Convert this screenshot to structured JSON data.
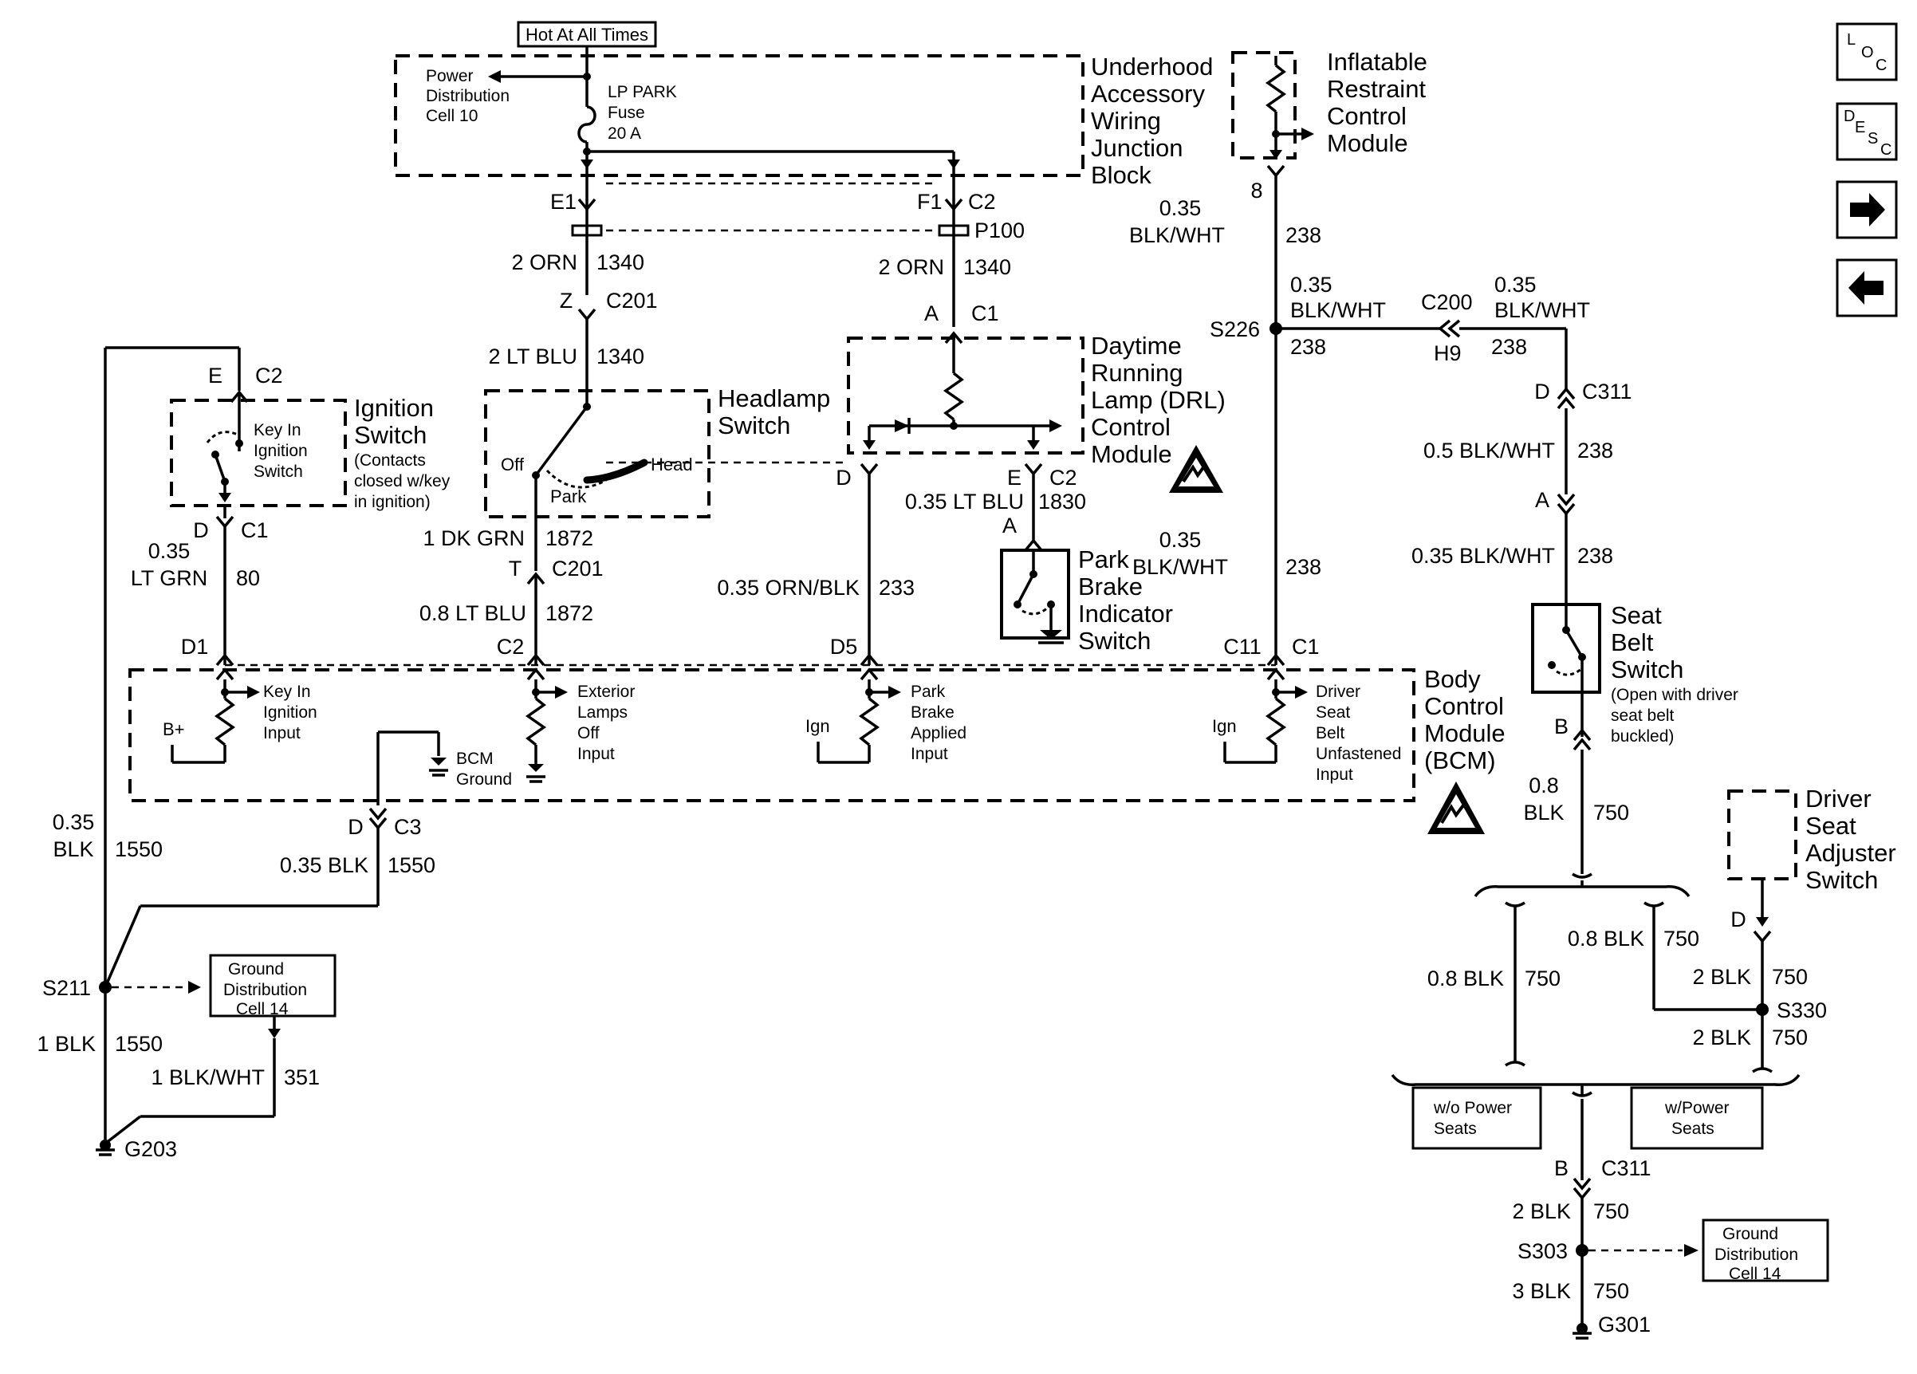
{
  "hot_label": "Hot At All Times",
  "power_dist": [
    "Power",
    "Distribution",
    "Cell 10"
  ],
  "fuse": [
    "LP PARK",
    "Fuse",
    "20 A"
  ],
  "underhood": [
    "Underhood",
    "Accessory",
    "Wiring",
    "Junction",
    "Block"
  ],
  "irc": [
    "Inflatable",
    "Restraint",
    "Control",
    "Module"
  ],
  "ignition_switch": [
    "Ignition",
    "Switch",
    "(Contacts",
    "closed w/key",
    "in ignition)"
  ],
  "key_in_switch": [
    "Key In",
    "Ignition",
    "Switch"
  ],
  "headlamp": [
    "Headlamp",
    "Switch"
  ],
  "headlamp_pos": {
    "off": "Off",
    "park": "Park",
    "head": "Head"
  },
  "drl": [
    "Daytime",
    "Running",
    "Lamp (DRL)",
    "Control",
    "Module"
  ],
  "park_brake_switch": [
    "Park",
    "Brake",
    "Indicator",
    "Switch"
  ],
  "seat_belt_switch": [
    "Seat",
    "Belt",
    "Switch"
  ],
  "seat_belt_note": [
    "(Open with driver",
    "seat belt",
    "buckled)"
  ],
  "driver_seat_adj": [
    "Driver",
    "Seat",
    "Adjuster",
    "Switch"
  ],
  "bcm": [
    "Body",
    "Control",
    "Module",
    "(BCM)"
  ],
  "bcm_inputs": {
    "key_in": [
      "Key In",
      "Ignition",
      "Input"
    ],
    "ext_lamps": [
      "Exterior",
      "Lamps",
      "Off",
      "Input"
    ],
    "park_brake": [
      "Park",
      "Brake",
      "Applied",
      "Input"
    ],
    "seat_belt": [
      "Driver",
      "Seat",
      "Belt",
      "Unfastened",
      "Input"
    ],
    "bplus": "B+",
    "ign": "Ign",
    "bcm_ground": [
      "BCM",
      "Ground"
    ]
  },
  "ground_dist": [
    "Ground",
    "Distribution",
    "Cell 14"
  ],
  "wo_power": [
    "w/o  Power",
    "Seats"
  ],
  "w_power": [
    "w/Power",
    "Seats"
  ],
  "nav": {
    "loc": [
      "L",
      "O",
      "C"
    ],
    "desc": [
      "D",
      "E",
      "S",
      "C"
    ]
  },
  "labels": {
    "e1": "E1",
    "f1": "F1",
    "c2a": "C2",
    "p100": "P100",
    "w1340a": "2 ORN",
    "c1340a": "1340",
    "w1340b": "2 ORN",
    "c1340b": "1340",
    "z": "Z",
    "c201a": "C201",
    "w1340c": "2 LT BLU",
    "c1340c": "1340",
    "a1": "A",
    "c1a": "C1",
    "e2": "E",
    "c2b": "C2",
    "d1": "D",
    "c1b": "C1",
    "w80": "0.35",
    "w80b": "LT GRN",
    "c80": "80",
    "w1872a": "1 DK GRN",
    "c1872a": "1872",
    "t": "T",
    "c201b": "C201",
    "w1872b": "0.8 LT BLU",
    "c1872b": "1872",
    "d2": "D",
    "e3": "E",
    "c2c": "C2",
    "w1830": "0.35 LT BLU",
    "c1830": "1830",
    "a2": "A",
    "w233": "0.35 ORN/BLK",
    "c233": "233",
    "bcm_d1": "D1",
    "bcm_c2": "C2",
    "bcm_d5": "D5",
    "bcm_c11": "C11",
    "bcm_c1": "C1",
    "pin8": "8",
    "w238a1": "0.35",
    "w238a2": "BLK/WHT",
    "c238a": "238",
    "s226": "S226",
    "w238b1": "0.35",
    "w238b2": "BLK/WHT",
    "c238b": "238",
    "c200": "C200",
    "h9": "H9",
    "w238c1": "0.35",
    "w238c2": "BLK/WHT",
    "c238c": "238",
    "d3": "D",
    "c311a": "C311",
    "w238d": "0.5 BLK/WHT",
    "c238d": "238",
    "a3": "A",
    "w238e": "0.35 BLK/WHT",
    "c238e": "238",
    "w238f1": "0.35",
    "w238f2": "BLK/WHT",
    "c238f": "238",
    "b1": "B",
    "w750a1": "0.8",
    "w750a2": "BLK",
    "c750a": "750",
    "d4": "D",
    "w750b": "0.8 BLK",
    "c750b": "750",
    "w750c": "0.8 BLK",
    "c750c": "750",
    "w750d": "2 BLK",
    "c750d": "750",
    "s330": "S330",
    "w750e": "2 BLK",
    "c750e": "750",
    "b2": "B",
    "c311b": "C311",
    "w750f": "2 BLK",
    "c750f": "750",
    "s303": "S303",
    "w750g": "3 BLK",
    "c750g": "750",
    "g301": "G301",
    "d5": "D",
    "c3": "C3",
    "w1550a": "0.35 BLK",
    "c1550a": "1550",
    "w1550b1": "0.35",
    "w1550b2": "BLK",
    "c1550b": "1550",
    "s211": "S211",
    "w1550c": "1 BLK",
    "c1550c": "1550",
    "w351": "1 BLK/WHT",
    "c351": "351",
    "g203": "G203",
    "e_c2": "E",
    "c2_ign": "C2"
  }
}
